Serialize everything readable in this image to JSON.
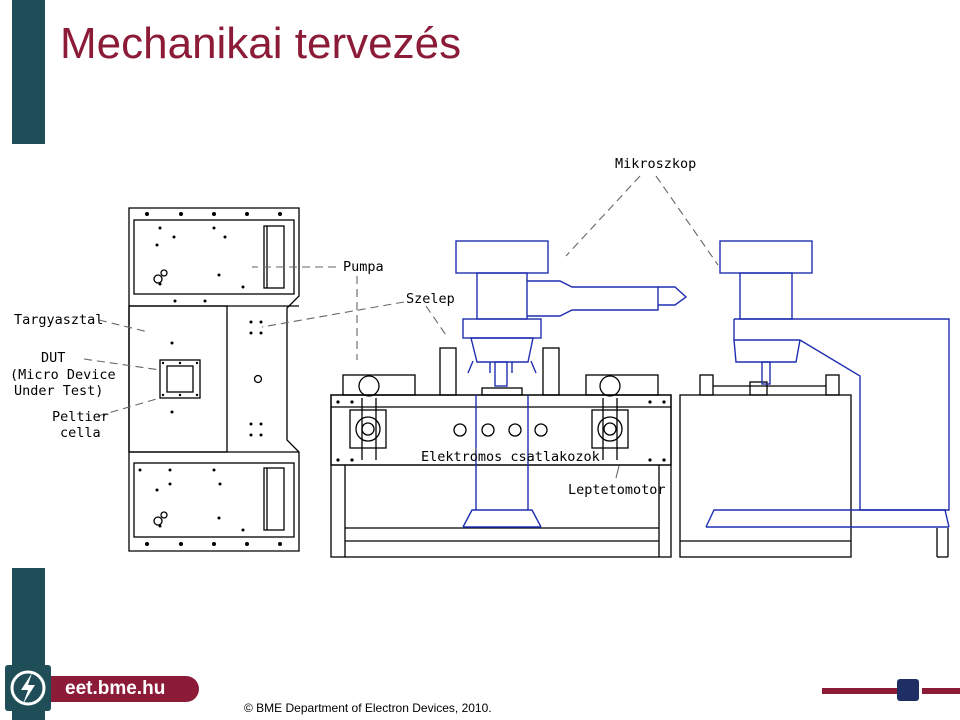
{
  "slide": {
    "title": "Mechanikai tervezés",
    "footer": {
      "url": "eet.bme.hu",
      "copyright": "© BME Department of Electron Devices, 2010."
    }
  },
  "diagram": {
    "labels": {
      "mikroszkop": "Mikroszkop",
      "pumpa": "Pumpa",
      "szelep": "Szelep",
      "targyasztal": "Targyasztal",
      "dut_1": "DUT",
      "dut_2": "(Micro Device",
      "dut_3": "Under Test)",
      "peltier_1": "Peltier",
      "peltier_2": "cella",
      "elektromos": "Elektromos csatlakozok",
      "leptetomotor": "Leptetomotor"
    }
  },
  "colors": {
    "title": "#8c1b38",
    "bars": "#1f4e59",
    "microscope": "#1f2fb0",
    "square": "#1f2f66"
  }
}
